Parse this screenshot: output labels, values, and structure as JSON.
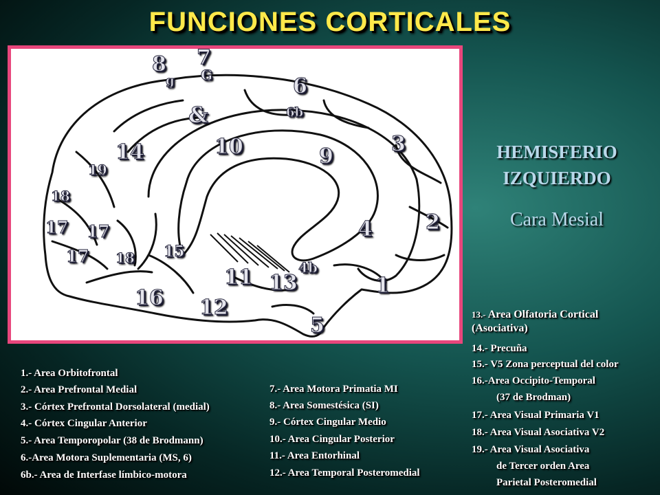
{
  "title": "FUNCIONES CORTICALES",
  "hemisphere": {
    "line1": "HEMISFERIO",
    "line2": "IZQUIERDO",
    "view": "Cara Mesial"
  },
  "labels": {
    "n8": "8",
    "g_small": "g",
    "n7": "7",
    "g_big": "G",
    "amp": "&",
    "n6": "6",
    "n6b": "6b",
    "n10": "10",
    "n14": "14",
    "n9": "9",
    "n3": "3",
    "n19": "19",
    "n18a": "18",
    "n17a": "17",
    "n17b": "17",
    "n17c": "17",
    "n18b": "18",
    "n15": "15",
    "n4": "4",
    "n2": "2",
    "n4b": "4b",
    "n11": "11",
    "n13": "13",
    "n1": "1",
    "n16": "16",
    "n12": "12",
    "n5": "5"
  },
  "legend_left": [
    "1.- Area Orbitofrontal",
    "2.- Area Prefrontal Medial",
    "3.- Córtex Prefrontal Dorsolateral (medial)",
    "4.- Córtex Cingular Anterior",
    "5.- Area Temporopolar (38 de Brodmann)",
    "6.-Area Motora Suplementaria (MS, 6)",
    "6b.- Area de Interfase límbico-motora"
  ],
  "legend_mid": [
    "7.- Area Motora Primatia MI",
    "8.- Area Somestésica (SI)",
    "9.- Córtex Cingular Medio",
    "10.- Area Cingular Posterior",
    "11.- Area Entorhinal",
    "12.- Area Temporal Posteromedial"
  ],
  "legend_right": {
    "item13_prefix": "13.-",
    "item13_text": "Area Olfatoria Cortical",
    "item13_cont": "(Asociativa)",
    "items": [
      "14.- Precuña",
      "15.- V5 Zona perceptual del color",
      "16.-Area Occipito-Temporal",
      "(37 de Brodman)",
      "17.- Area Visual Primaria V1",
      "18.- Area Visual Asociativa V2",
      "19.- Area Visual Asociativa",
      "de Tercer orden Area",
      "Parietal Posteromedial"
    ]
  }
}
